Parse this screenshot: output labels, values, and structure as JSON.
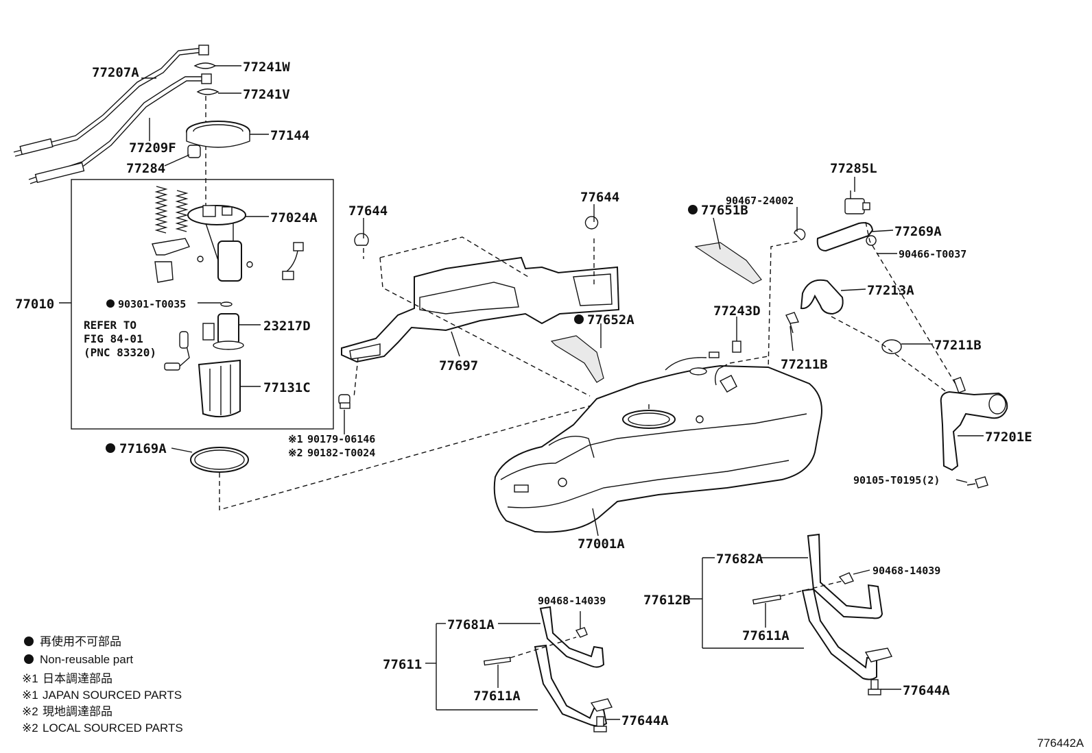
{
  "labels": {
    "p77207A": "77207A",
    "p77241W": "77241W",
    "p77241V": "77241V",
    "p77144": "77144",
    "p77209F": "77209F",
    "p77284": "77284",
    "p77024A": "77024A",
    "p77010": "77010",
    "p90301_T0035": "90301-T0035",
    "p23217D": "23217D",
    "p77131C": "77131C",
    "p77169A": "77169A",
    "p77644_left": "77644",
    "p77644_mid": "77644",
    "p77697": "77697",
    "p77652A": "77652A",
    "p77651B": "77651B",
    "p77243D": "77243D",
    "p77211B_mid": "77211B",
    "p90179_06146": "90179-06146",
    "p90182_T0024": "90182-T0024",
    "p77001A": "77001A",
    "p77285L": "77285L",
    "p90467_24002": "90467-24002",
    "p77269A": "77269A",
    "p90466_T0037": "90466-T0037",
    "p77213A": "77213A",
    "p77211B_right": "77211B",
    "p77201E": "77201E",
    "p90105_T0195": "90105-T0195(2)",
    "p77682A": "77682A",
    "p90468_14039_right": "90468-14039",
    "p77612B": "77612B",
    "p77611A_right": "77611A",
    "p77644A_right": "77644A",
    "p90468_14039_left": "90468-14039",
    "p77681A": "77681A",
    "p77611": "77611",
    "p77611A_left": "77611A",
    "p77644A_left": "77644A"
  },
  "mark_japan": "※1",
  "mark_local": "※2",
  "refer": {
    "line1": "REFER TO",
    "line2": "FIG 84-01",
    "line3": "(PNC 83320)"
  },
  "legend": {
    "nonreusable_jp": "再使用不可部品",
    "nonreusable_en": "Non-reusable part",
    "japan_jp": "日本調達部品",
    "japan_en": "JAPAN SOURCED PARTS",
    "local_jp": "現地調達部品",
    "local_en": "LOCAL SOURCED PARTS"
  },
  "figure_id": "776442A"
}
